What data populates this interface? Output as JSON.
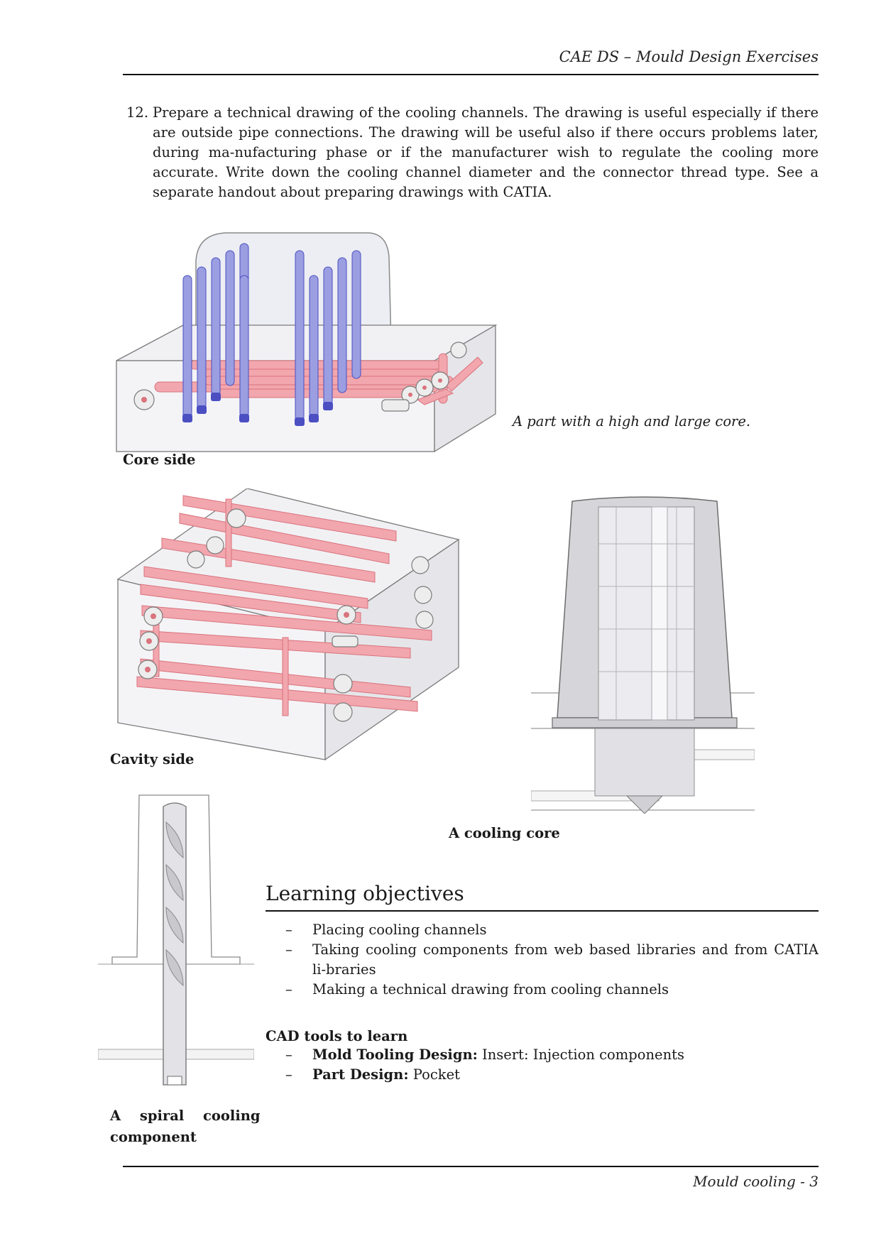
{
  "header": {
    "title": "CAE DS – Mould Design Exercises"
  },
  "step": {
    "number": "12.",
    "text": "Prepare a technical drawing of the cooling channels. The drawing is useful especially if there are outside pipe connections. The drawing will be useful also if there occurs problems later, during ma-nufacturing phase or if the manufacturer wish to regulate the cooling more accurate. Write down the cooling channel diameter and the connector thread type. See a separate handout about preparing drawings with CATIA."
  },
  "figures": {
    "core_side": {
      "caption": "Core side"
    },
    "high_core": {
      "caption": "A part with a high and large core."
    },
    "cavity_side": {
      "caption": "Cavity side"
    },
    "cooling_core": {
      "caption": "A cooling core"
    },
    "spiral": {
      "caption_line1": "A spiral cooling",
      "caption_line2": "component"
    }
  },
  "learning": {
    "heading": "Learning objectives",
    "dash": "–",
    "items": [
      "Placing cooling channels",
      "Taking cooling components from web based libraries and from CATIA li-braries",
      "Making a technical drawing from cooling channels"
    ]
  },
  "cad_tools": {
    "heading": "CAD tools to learn",
    "items": [
      {
        "bold": "Mold Tooling Design:",
        "text": " Insert: Injection components"
      },
      {
        "bold": "Part Design:",
        "text": " Pocket"
      }
    ]
  },
  "footer": {
    "text": "Mould cooling - 3"
  },
  "colors": {
    "pipe_red": "#f2a6ad",
    "pipe_red_dark": "#d9737d",
    "pin_blue": "#8c8fd9",
    "pin_blue_dark": "#4b4fc2",
    "block_gray": "#e8e8ec",
    "edge_gray": "#7b7b7b"
  }
}
